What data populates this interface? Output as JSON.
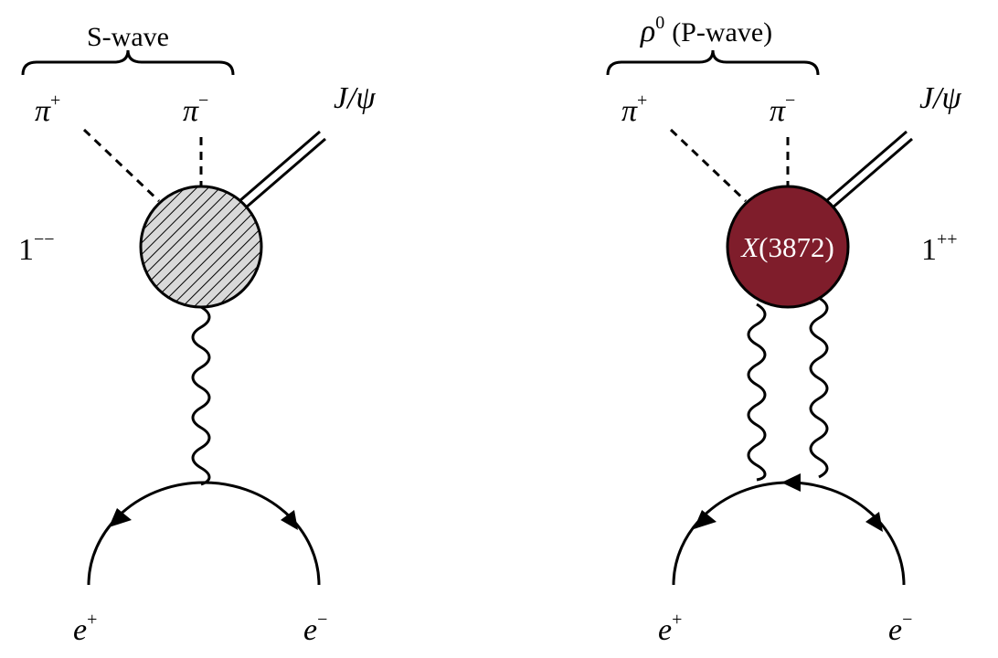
{
  "colors": {
    "x3872_fill": "#7f1d2b",
    "hatched_fill": "#d9d9d9",
    "line": "#000000"
  },
  "left": {
    "brace_label": "S-wave",
    "pi_plus": "π",
    "pi_plus_sup": "+",
    "pi_minus": "π",
    "pi_minus_sup": "−",
    "jpsi": "J/ψ",
    "quantum_numbers": "1",
    "quantum_numbers_sup": "−−",
    "e_plus": "e",
    "e_plus_sup": "+",
    "e_minus": "e",
    "e_minus_sup": "−"
  },
  "right": {
    "brace_label_symbol": "ρ",
    "brace_label_sup": "0",
    "brace_label_text": "(P-wave)",
    "pi_plus": "π",
    "pi_plus_sup": "+",
    "pi_minus": "π",
    "pi_minus_sup": "−",
    "jpsi": "J/ψ",
    "blob_label_x": "X",
    "blob_label_rest": "(3872)",
    "quantum_numbers": "1",
    "quantum_numbers_sup": "++",
    "e_plus": "e",
    "e_plus_sup": "+",
    "e_minus": "e",
    "e_minus_sup": "−"
  }
}
